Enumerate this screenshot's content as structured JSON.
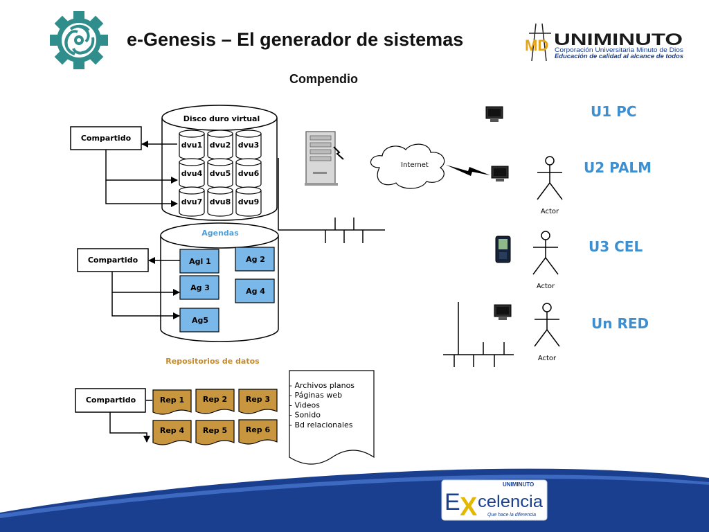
{
  "header": {
    "title": "e-Genesis – El generador de sistemas",
    "subtitle": "Compendio",
    "brand": {
      "md": "MD",
      "name": "UNIMINUTO",
      "line1": "Corporación Universitaria Minuto de Dios",
      "line2": "Educación de calidad al alcance de todos"
    }
  },
  "disco": {
    "title": "Disco duro virtual",
    "shared": "Compartido",
    "items": [
      "dvu1",
      "dvu2",
      "dvu3",
      "dvu4",
      "dvu5",
      "dvu6",
      "dvu7",
      "dvu8",
      "dvu9"
    ]
  },
  "agendas": {
    "title": "Agendas",
    "shared": "Compartido",
    "items": [
      "Agl 1",
      "Ag 2",
      "Ag 3",
      "Ag 4",
      "Ag5"
    ]
  },
  "repos": {
    "title": "Repositorios de datos",
    "shared": "Compartido",
    "items": [
      "Rep 1",
      "Rep 2",
      "Rep 3",
      "Rep 4",
      "Rep 5",
      "Rep 6"
    ],
    "types": [
      "- Archivos planos",
      "- Páginas web",
      "- Videos",
      "- Sonido",
      "- Bd relacionales"
    ]
  },
  "network": {
    "cloud": "Internet"
  },
  "users": [
    {
      "label": "U1 PC",
      "actor": ""
    },
    {
      "label": "U2 PALM",
      "actor": "Actor"
    },
    {
      "label": "U3 CEL",
      "actor": "Actor"
    },
    {
      "label": "Un RED",
      "actor": "Actor"
    }
  ],
  "footer": {
    "small": "UNIMINUTO",
    "e": "E",
    "x": "X",
    "word": "celencia",
    "tagline": "Que hace la diferencia"
  },
  "colors": {
    "blue_box": "#7ab8ea",
    "brown_box": "#c8963e",
    "user_label": "#3d8fd0",
    "agendas_title": "#4f9fd8",
    "repos_title": "#c58a2a",
    "navy": "#1a3f8f",
    "gear": "#2f8e8c"
  }
}
